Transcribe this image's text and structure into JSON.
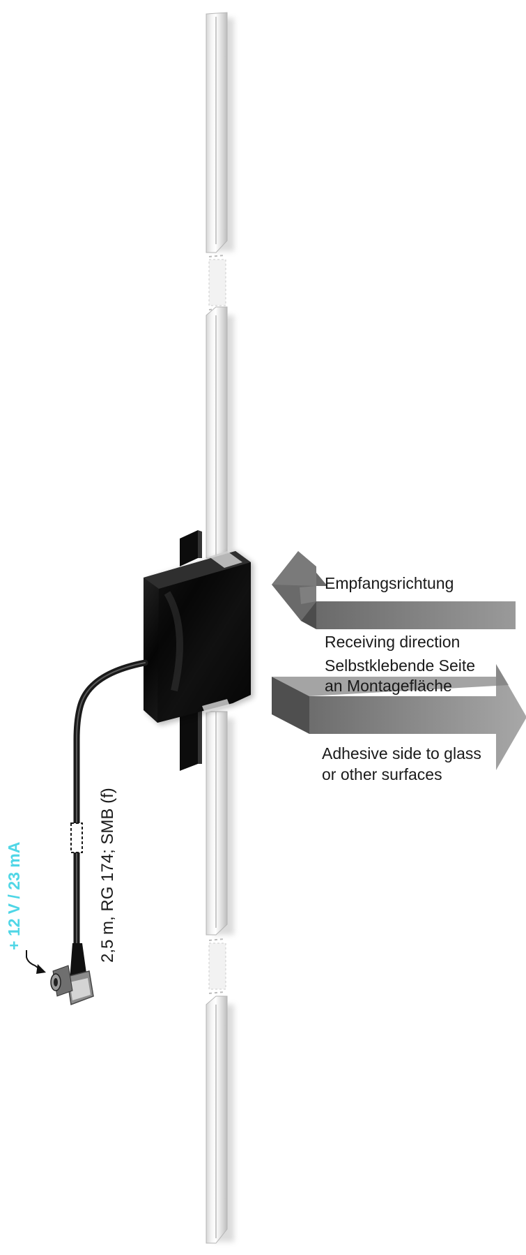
{
  "labels": {
    "receiving_de": "Empfangsrichtung",
    "receiving_en": "Receiving direction",
    "adhesive_de_line1": "Selbstklebende Seite",
    "adhesive_de_line2": "an Montagefläche",
    "adhesive_en_line1": "Adhesive side to glass",
    "adhesive_en_line2": "or other surfaces",
    "cable_spec": "2,5 m, RG 174; SMB (f)",
    "power_spec": "+ 12 V / 23 mA"
  },
  "colors": {
    "power_text": "#4fd6e6",
    "arrow_gray": "#8a8a8a",
    "arrow_dark": "#555555",
    "amplifier_body": "#111111",
    "antenna_element": "#e8e8e8"
  },
  "icons": {
    "receiving_arrow": "arrow-left-bent",
    "adhesive_arrow": "arrow-right-bent",
    "power_arrow": "arrow-down-right",
    "connector": "smb-connector-icon"
  }
}
